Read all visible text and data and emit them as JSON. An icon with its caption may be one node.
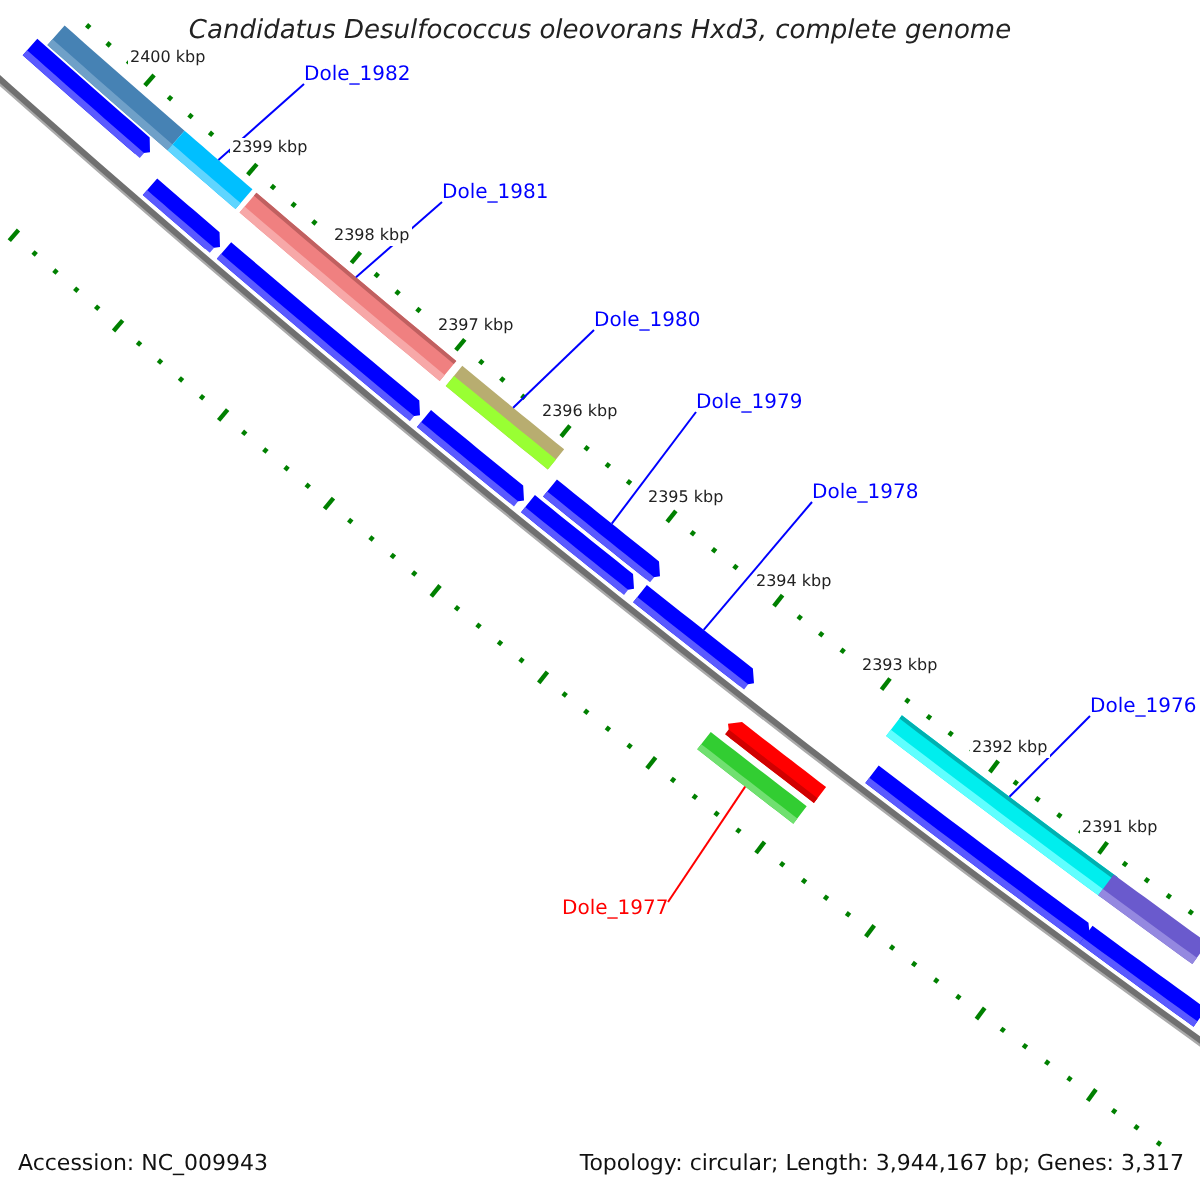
{
  "diagram": {
    "title": "Candidatus Desulfococcus oleovorans Hxd3, complete genome",
    "nodes": [
      {
        "text": [
          "Dole_1982"
        ]
      },
      {
        "text": [
          "Dole_1981"
        ]
      },
      {
        "text": [
          "Dole_1980"
        ]
      },
      {
        "text": [
          "Dole_1979"
        ]
      },
      {
        "text": [
          "Dole_1978"
        ]
      },
      {
        "text": [
          "Dole_1976"
        ]
      },
      {
        "text": [
          "Dole_1977"
        ]
      },
      {
        "text": [],
        "shape": "bar"
      },
      {
        "text": [],
        "shape": "bar"
      },
      {
        "text": [],
        "shape": "arrow"
      },
      {
        "text": [],
        "shape": "arrow"
      },
      {
        "text": [],
        "shape": "arrow"
      },
      {
        "text": [],
        "shape": "bar"
      },
      {
        "text": [],
        "shape": "bar"
      },
      {
        "text": [],
        "shape": "arrow"
      },
      {
        "text": [],
        "shape": "arrow"
      },
      {
        "text": [],
        "shape": "arrow"
      },
      {
        "text": [],
        "shape": "arrow"
      },
      {
        "text": [],
        "shape": "arrow"
      },
      {
        "text": [],
        "shape": "bar"
      },
      {
        "text": [],
        "shape": "bar"
      },
      {
        "text": [],
        "shape": "arrow"
      },
      {
        "text": [],
        "shape": "bar"
      },
      {
        "text": [],
        "shape": "bar"
      }
    ],
    "edges": [
      {
        "from": 0,
        "to": 8,
        "arrow": "none"
      },
      {
        "from": 1,
        "to": 12,
        "arrow": "none"
      },
      {
        "from": 2,
        "to": 13,
        "arrow": "none"
      },
      {
        "from": 3,
        "to": 15,
        "arrow": "none"
      },
      {
        "from": 4,
        "to": 17,
        "arrow": "none"
      },
      {
        "from": 5,
        "to": 20,
        "arrow": "none"
      },
      {
        "from": 6,
        "to": 19,
        "arrow": "none",
        "color": "#ff0000"
      }
    ],
    "labels": [
      "2400 kbp",
      "2399 kbp",
      "2398 kbp",
      "2397 kbp",
      "2396 kbp",
      "2395 kbp",
      "2394 kbp",
      "2393 kbp",
      "2392 kbp",
      "2391 kbp",
      "Accession: NC_009943",
      "Topology: circular; Length: 3,944,167 bp; Genes: 3,317"
    ]
  }
}
